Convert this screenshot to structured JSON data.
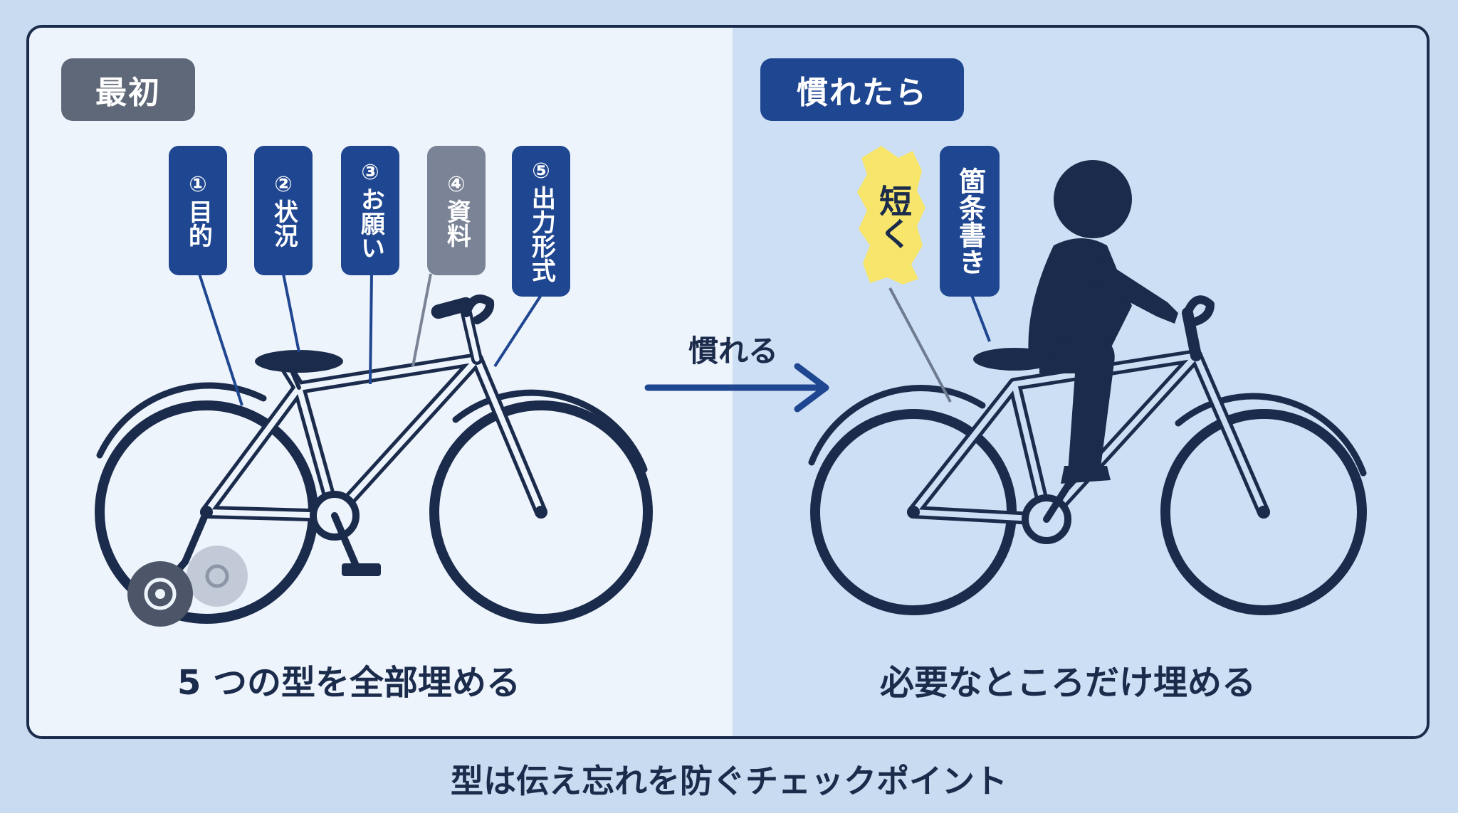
{
  "left_panel": {
    "badge": "最初",
    "caption": "5 つの型を全部埋める",
    "tags": [
      {
        "num": "①",
        "text": "目的",
        "highlight": false
      },
      {
        "num": "②",
        "text": "状況",
        "highlight": false
      },
      {
        "num": "③",
        "text": "お願い",
        "highlight": false
      },
      {
        "num": "④",
        "text": "資料",
        "highlight": true
      },
      {
        "num": "⑤",
        "text": "出力形式",
        "highlight": false
      }
    ]
  },
  "arrow_label": "慣れる",
  "right_panel": {
    "badge": "慣れたら",
    "caption": "必要なところだけ埋める",
    "tags": [
      {
        "text": "短く",
        "style": "yellow"
      },
      {
        "text": "箇条書き",
        "style": "blue"
      }
    ]
  },
  "footer": "型は伝え忘れを防ぐチェックポイント",
  "colors": {
    "navy": "#1b2b4b",
    "accent_blue": "#1f4690",
    "gray": "#7a8496",
    "highlight_yellow": "#f7e66b"
  }
}
